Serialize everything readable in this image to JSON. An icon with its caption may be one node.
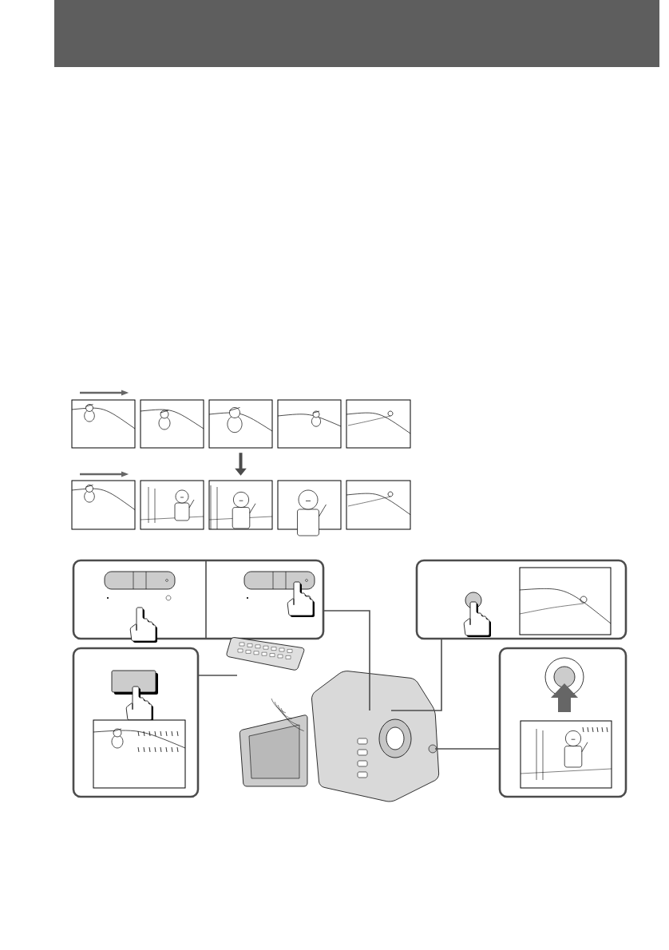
{
  "diagram": {
    "nodes": [
      {
        "text": [],
        "shape": "picture"
      },
      {
        "text": [],
        "shape": "picture"
      },
      {
        "text": [],
        "shape": "picture"
      },
      {
        "text": [],
        "shape": "picture"
      },
      {
        "text": [],
        "shape": "picture"
      },
      {
        "text": [],
        "shape": "picture"
      },
      {
        "text": [],
        "shape": "picture"
      },
      {
        "text": [],
        "shape": "picture"
      },
      {
        "text": [],
        "shape": "picture"
      },
      {
        "text": [],
        "shape": "picture"
      },
      {
        "text": [],
        "shape": "box"
      },
      {
        "text": [],
        "shape": "box"
      },
      {
        "text": [],
        "shape": "box"
      },
      {
        "text": [],
        "shape": "box"
      },
      {
        "text": [],
        "shape": "picture"
      },
      {
        "text": [],
        "shape": "picture"
      }
    ],
    "edges": [
      {
        "from": 2,
        "to": 7,
        "arrow": "to",
        "style": "thick"
      },
      {
        "from": 10,
        "to": 15,
        "arrow": "none"
      },
      {
        "from": 11,
        "to": 15,
        "arrow": "none"
      },
      {
        "from": 12,
        "to": 14,
        "arrow": "none"
      },
      {
        "from": 13,
        "to": 15,
        "arrow": "none"
      }
    ]
  }
}
